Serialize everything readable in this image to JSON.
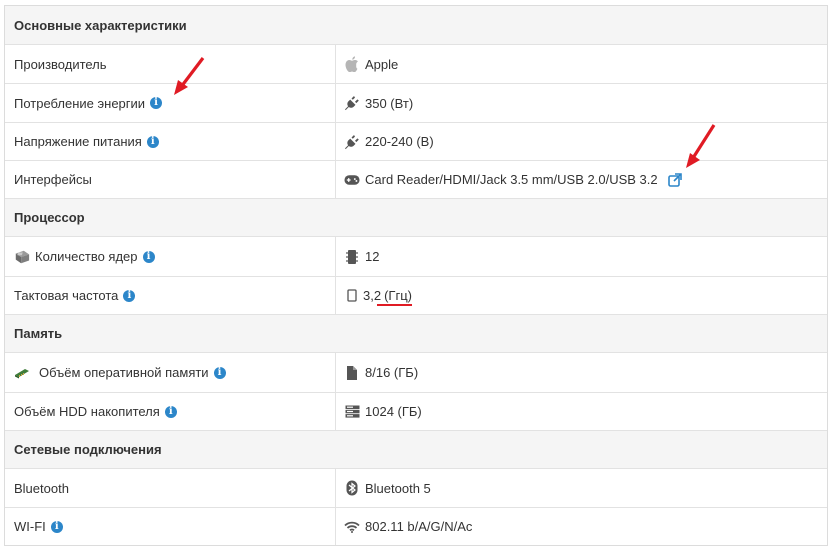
{
  "sections": [
    {
      "title": "Основные характеристики",
      "rows": [
        {
          "label": "Производитель",
          "info": false,
          "value": "Apple",
          "icon": "apple-icon"
        },
        {
          "label": "Потребление энергии",
          "info": true,
          "value": "350 (Вт)",
          "icon": "plug-icon"
        },
        {
          "label": "Напряжение питания",
          "info": true,
          "value": "220-240 (В)",
          "icon": "plug-icon"
        },
        {
          "label": "Интерфейсы",
          "info": false,
          "value": "Card Reader/HDMI/Jack 3.5 mm/USB 2.0/USB 3.2",
          "icon": "gamepad-icon",
          "external_link": true
        }
      ]
    },
    {
      "title": "Процессор",
      "rows": [
        {
          "label": "Количество ядер",
          "info": true,
          "value": "12",
          "icon": "chip-icon",
          "label_icon": "cpu-icon"
        },
        {
          "label": "Тактовая частота",
          "info": true,
          "value_num": "3,2",
          "value_unit": "(Ггц)",
          "icon": "tablet-icon"
        }
      ]
    },
    {
      "title": "Память",
      "rows": [
        {
          "label": "Объём оперативной памяти",
          "info": true,
          "value": "8/16 (ГБ)",
          "icon": "file-icon",
          "label_icon": "ram-icon"
        },
        {
          "label": "Объём HDD накопителя",
          "info": true,
          "value": "1024 (ГБ)",
          "icon": "server-icon"
        }
      ]
    },
    {
      "title": "Сетевые подключения",
      "rows": [
        {
          "label": "Bluetooth",
          "info": false,
          "value": "Bluetooth 5",
          "icon": "bluetooth-icon"
        },
        {
          "label": "WI-FI",
          "info": true,
          "value": "802.11 b/A/G/N/Ac",
          "icon": "wifi-icon"
        }
      ]
    }
  ],
  "info_glyph": "i",
  "colors": {
    "accent": "#2c86c9",
    "annotation": "#e01b24",
    "header_bg": "#f5f5f5"
  }
}
